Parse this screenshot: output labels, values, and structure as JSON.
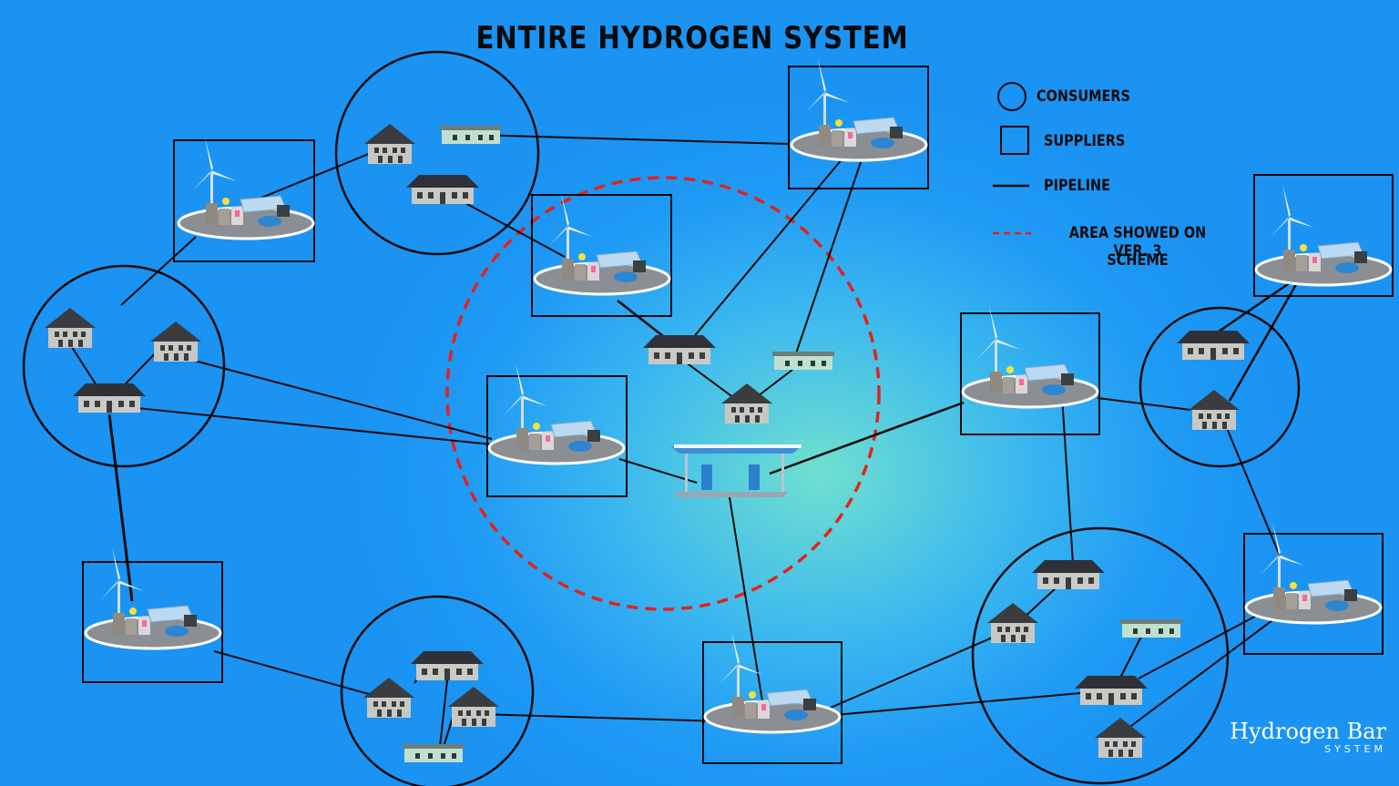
{
  "title": "ENTIRE HYDROGEN SYSTEM",
  "legend": {
    "consumers": "CONSUMERS",
    "suppliers": "SUPPLIERS",
    "pipeline": "PIPELINE",
    "area_line1": "AREA SHOWED ON VER. 3",
    "area_line2": "SCHEME"
  },
  "brand": {
    "name": "Hydrogen Bar",
    "sub": "SYSTEM"
  },
  "colors": {
    "background": "#1f9af5",
    "glow": "#6fe0d0",
    "line": "#0a0a0a",
    "area_dash": "#e3221c"
  }
}
